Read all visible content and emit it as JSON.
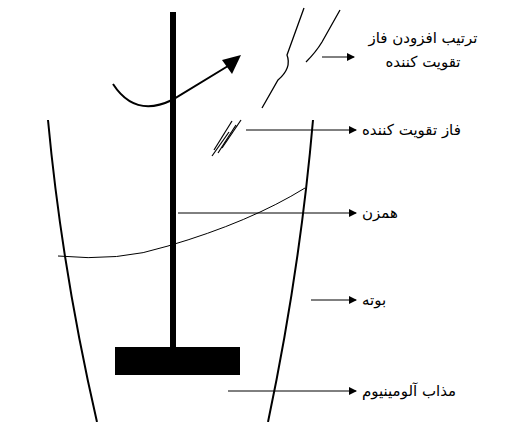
{
  "diagram": {
    "labels": [
      "ترتیب افزودن فاز تقویت کننده",
      "فاز تقویت کننده",
      "همزن",
      "بوته",
      "مذاب آلومینیوم"
    ]
  }
}
